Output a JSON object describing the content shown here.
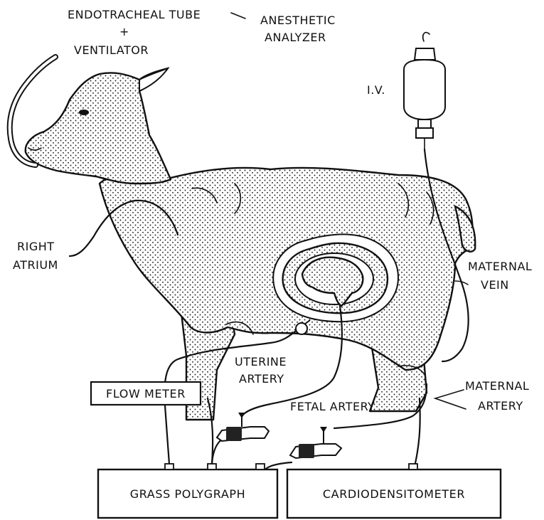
{
  "labels": {
    "endotracheal_tube": "ENDOTRACHEAL TUBE",
    "plus": "+",
    "ventilator": "VENTILATOR",
    "anesthetic": "ANESTHETIC",
    "analyzer": "ANALYZER",
    "iv": "I.V.",
    "right": "RIGHT",
    "atrium": "ATRIUM",
    "maternal_vein_1": "MATERNAL",
    "maternal_vein_2": "VEIN",
    "uterine": "UTERINE",
    "uterine_artery": "ARTERY",
    "flow_meter": "FLOW METER",
    "fetal_artery": "FETAL ARTERY",
    "maternal_artery_1": "MATERNAL",
    "maternal_artery_2": "ARTERY",
    "grass_polygraph": "GRASS POLYGRAPH",
    "cardiodensitometer": "CARDIODENSITOMETER"
  }
}
